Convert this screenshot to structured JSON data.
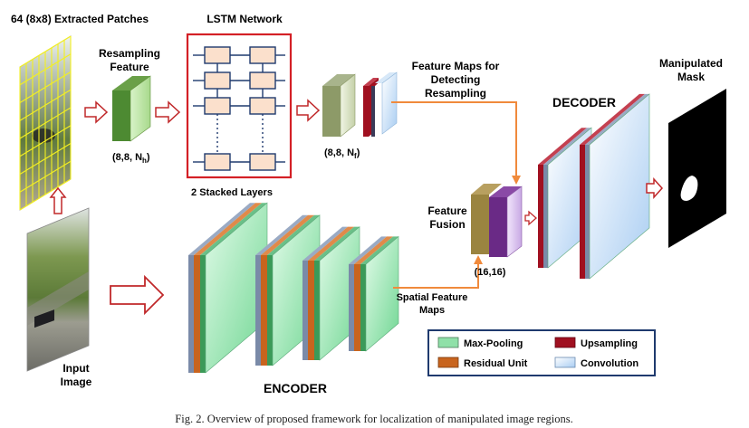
{
  "labels": {
    "patches": "64 (8x8) Extracted Patches",
    "lstm_title": "LSTM Network",
    "resampling_feature_1": "Resampling",
    "resampling_feature_2": "Feature",
    "dim_nh_prefix": "(8,8, N",
    "dim_nh_sub": "h",
    "dim_nf_prefix": "(8,8, N",
    "dim_nf_sub": "f",
    "dim_suffix": ")",
    "stacked_layers": "2 Stacked Layers",
    "feature_maps_1": "Feature Maps for",
    "feature_maps_2": "Detecting",
    "feature_maps_3": "Resampling",
    "decoder": "DECODER",
    "manipulated_1": "Manipulated",
    "manipulated_2": "Mask",
    "feature_fusion_1": "Feature",
    "feature_fusion_2": "Fusion",
    "fusion_dim": "(16,16)",
    "spatial_1": "Spatial Feature",
    "spatial_2": "Maps",
    "input_1": "Input",
    "input_2": "Image",
    "encoder": "ENCODER"
  },
  "legend": {
    "max_pooling": "Max-Pooling",
    "residual_unit": "Residual Unit",
    "upsampling": "Upsampling",
    "convolution": "Convolution"
  },
  "caption": "Fig. 2.   Overview of proposed framework for localization of manipulated image regions.",
  "colors": {
    "arrow_red": "#c0282a",
    "arrow_orange": "#f08a3c",
    "lstm_border": "#d42026",
    "lstm_cell": "#fbe0cc",
    "lstm_line": "#1f3a6e",
    "green_block": "#4d8a32",
    "olive_block": "#8d9a68",
    "max_pool_green": "#8fe0a8",
    "residual_orange": "#c8641e",
    "upsampling_red": "#a01020",
    "convolution_blue": "#bcd8f4",
    "fusion_tan": "#9a8440",
    "fusion_purple": "#6a2a86",
    "grid_yellow": "#f4f020",
    "legend_border": "#1f3a6e"
  }
}
